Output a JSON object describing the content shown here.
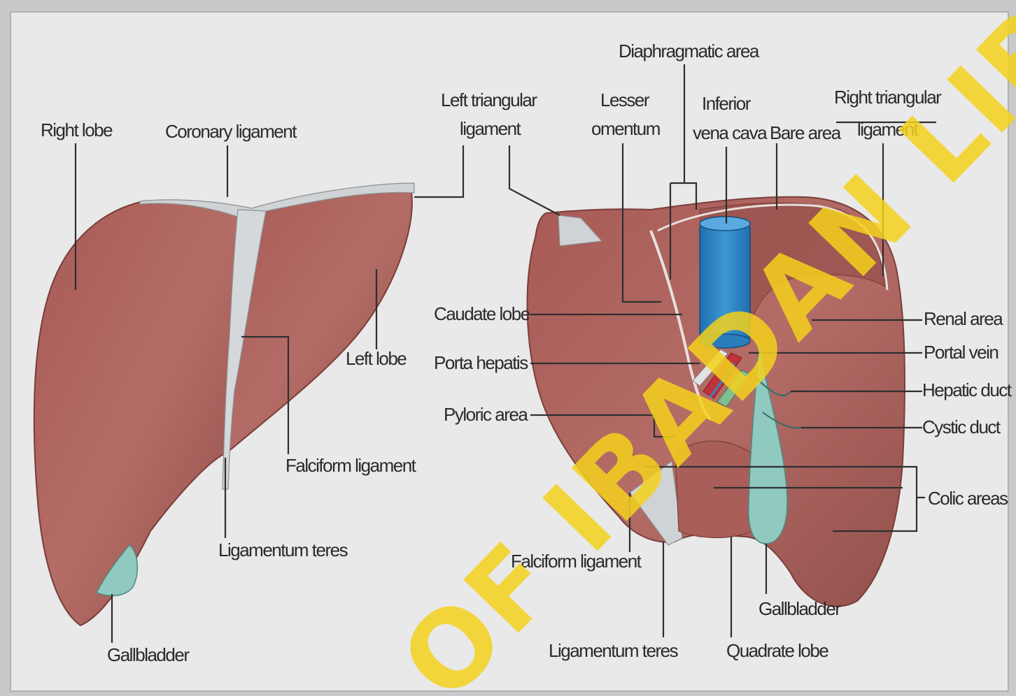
{
  "diagram": {
    "anterior_view_labels": {
      "right_lobe": "Right lobe",
      "coronary_ligament": "Coronary ligament",
      "left_triangular_ligament": [
        "Left triangular",
        "ligament"
      ],
      "left_lobe": "Left lobe",
      "falciform_ligament": "Falciform ligament",
      "ligamentum_teres": "Ligamentum teres",
      "gallbladder": "Gallbladder"
    },
    "posterior_view_labels": {
      "diaphragmatic_area": "Diaphragmatic area",
      "lesser_omentum": [
        "Lesser",
        "omentum"
      ],
      "inferior_vena_cava": [
        "Inferior",
        "vena cava"
      ],
      "bare_area": "Bare area",
      "right_triangular_ligament": [
        "Right triangular",
        "ligament"
      ],
      "caudate_lobe": "Caudate lobe",
      "porta_hepatis": "Porta hepatis",
      "pyloric_area": "Pyloric area",
      "renal_area": "Renal area",
      "portal_vein": "Portal vein",
      "hepatic_duct": "Hepatic duct",
      "cystic_duct": "Cystic duct",
      "colic_areas": "Colic areas",
      "falciform_ligament": "Falciform ligament",
      "ligamentum_teres": "Ligamentum teres",
      "quadrate_lobe": "Quadrate lobe",
      "gallbladder": "Gallbladder"
    },
    "watermark": "OF IBADAN LIBRARY",
    "colors": {
      "liver": "#b06560",
      "liver_dark": "#8f4a46",
      "ligament": "#cfd3d6",
      "gallbladder": "#8fc9c0",
      "vena_cava": "#2f86c6",
      "portal_vein": "#c0333a",
      "watermark": "#f3d11c",
      "background": "#e9e9e9"
    }
  }
}
